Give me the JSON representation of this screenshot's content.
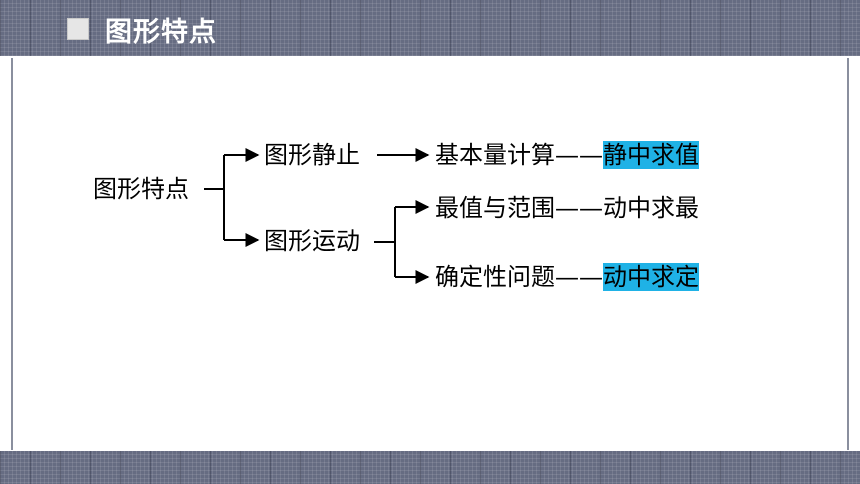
{
  "header": {
    "title": "图形特点"
  },
  "diagram": {
    "root": "图形特点",
    "static_branch": {
      "label": "图形静止",
      "child": {
        "text": "基本量计算",
        "dash": "——",
        "highlight": "静中求值"
      }
    },
    "motion_branch": {
      "label": "图形运动",
      "children": [
        {
          "text": "最值与范围",
          "dash": "——",
          "tail": "动中求最"
        },
        {
          "text": "确定性问题",
          "dash": "——",
          "highlight": "动中求定"
        }
      ]
    }
  },
  "colors": {
    "band": "#666c82",
    "highlight": "#1fb2e6",
    "frame": "#8a8f9e"
  }
}
